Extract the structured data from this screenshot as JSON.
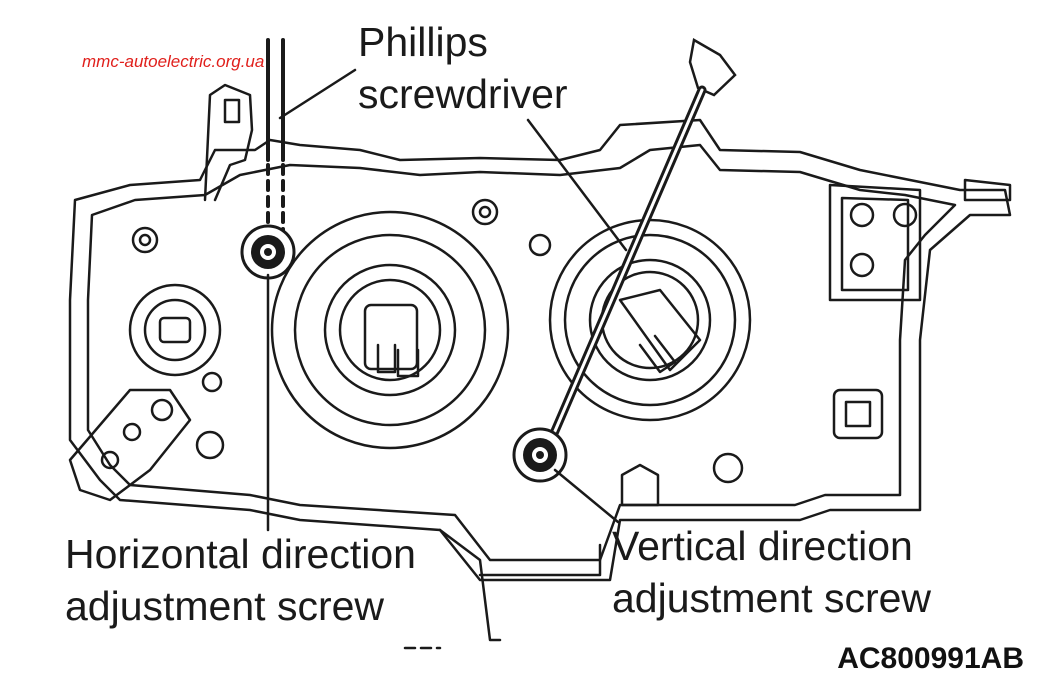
{
  "watermark": "mmc-autoelectric.org.ua",
  "labels": {
    "screwdriver": [
      "Phillips",
      "screwdriver"
    ],
    "horizontal_screw": [
      "Horizontal direction",
      "adjustment screw"
    ],
    "vertical_screw": [
      "Vertical direction",
      "adjustment screw"
    ]
  },
  "figure_code": "AC800991AB",
  "colors": {
    "line": "#1a1a1a",
    "watermark": "#e0201c"
  }
}
